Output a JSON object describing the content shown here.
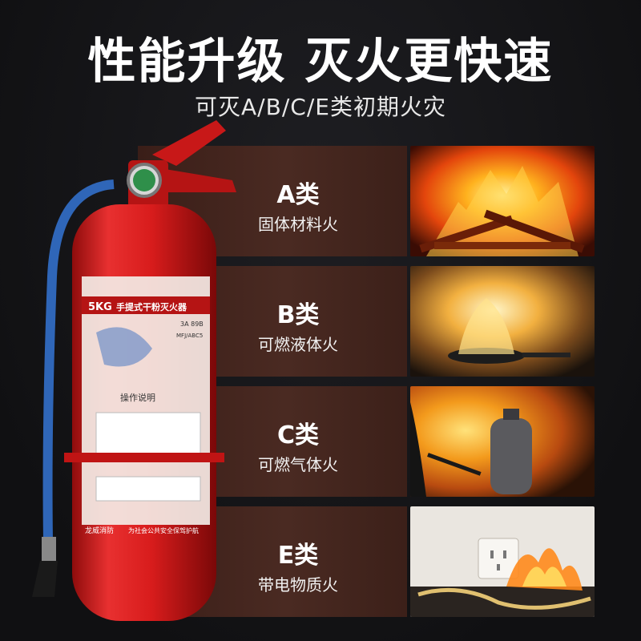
{
  "headline": "性能升级 灭火更快速",
  "subline": "可灭A/B/C/E类初期火灾",
  "fire_classes": [
    {
      "class_label": "A类",
      "description": "固体材料火",
      "photo_icon": "wood-fire-photo"
    },
    {
      "class_label": "B类",
      "description": "可燃液体火",
      "photo_icon": "pan-fire-photo"
    },
    {
      "class_label": "C类",
      "description": "可燃气体火",
      "photo_icon": "gas-cylinder-fire-photo"
    },
    {
      "class_label": "E类",
      "description": "带电物质火",
      "photo_icon": "electrical-socket-fire-photo"
    }
  ],
  "extinguisher": {
    "weight": "5KG",
    "product_name": "手提式干粉灭火器",
    "rating": "3A 89B",
    "model": "MFJ/ABC5",
    "instructions_title": "操作说明",
    "footer_left": "龙威消防",
    "footer_right": "为社会公共安全保驾护航",
    "colors": {
      "body": "#d81c1c",
      "hose": "#2f66b8"
    }
  }
}
